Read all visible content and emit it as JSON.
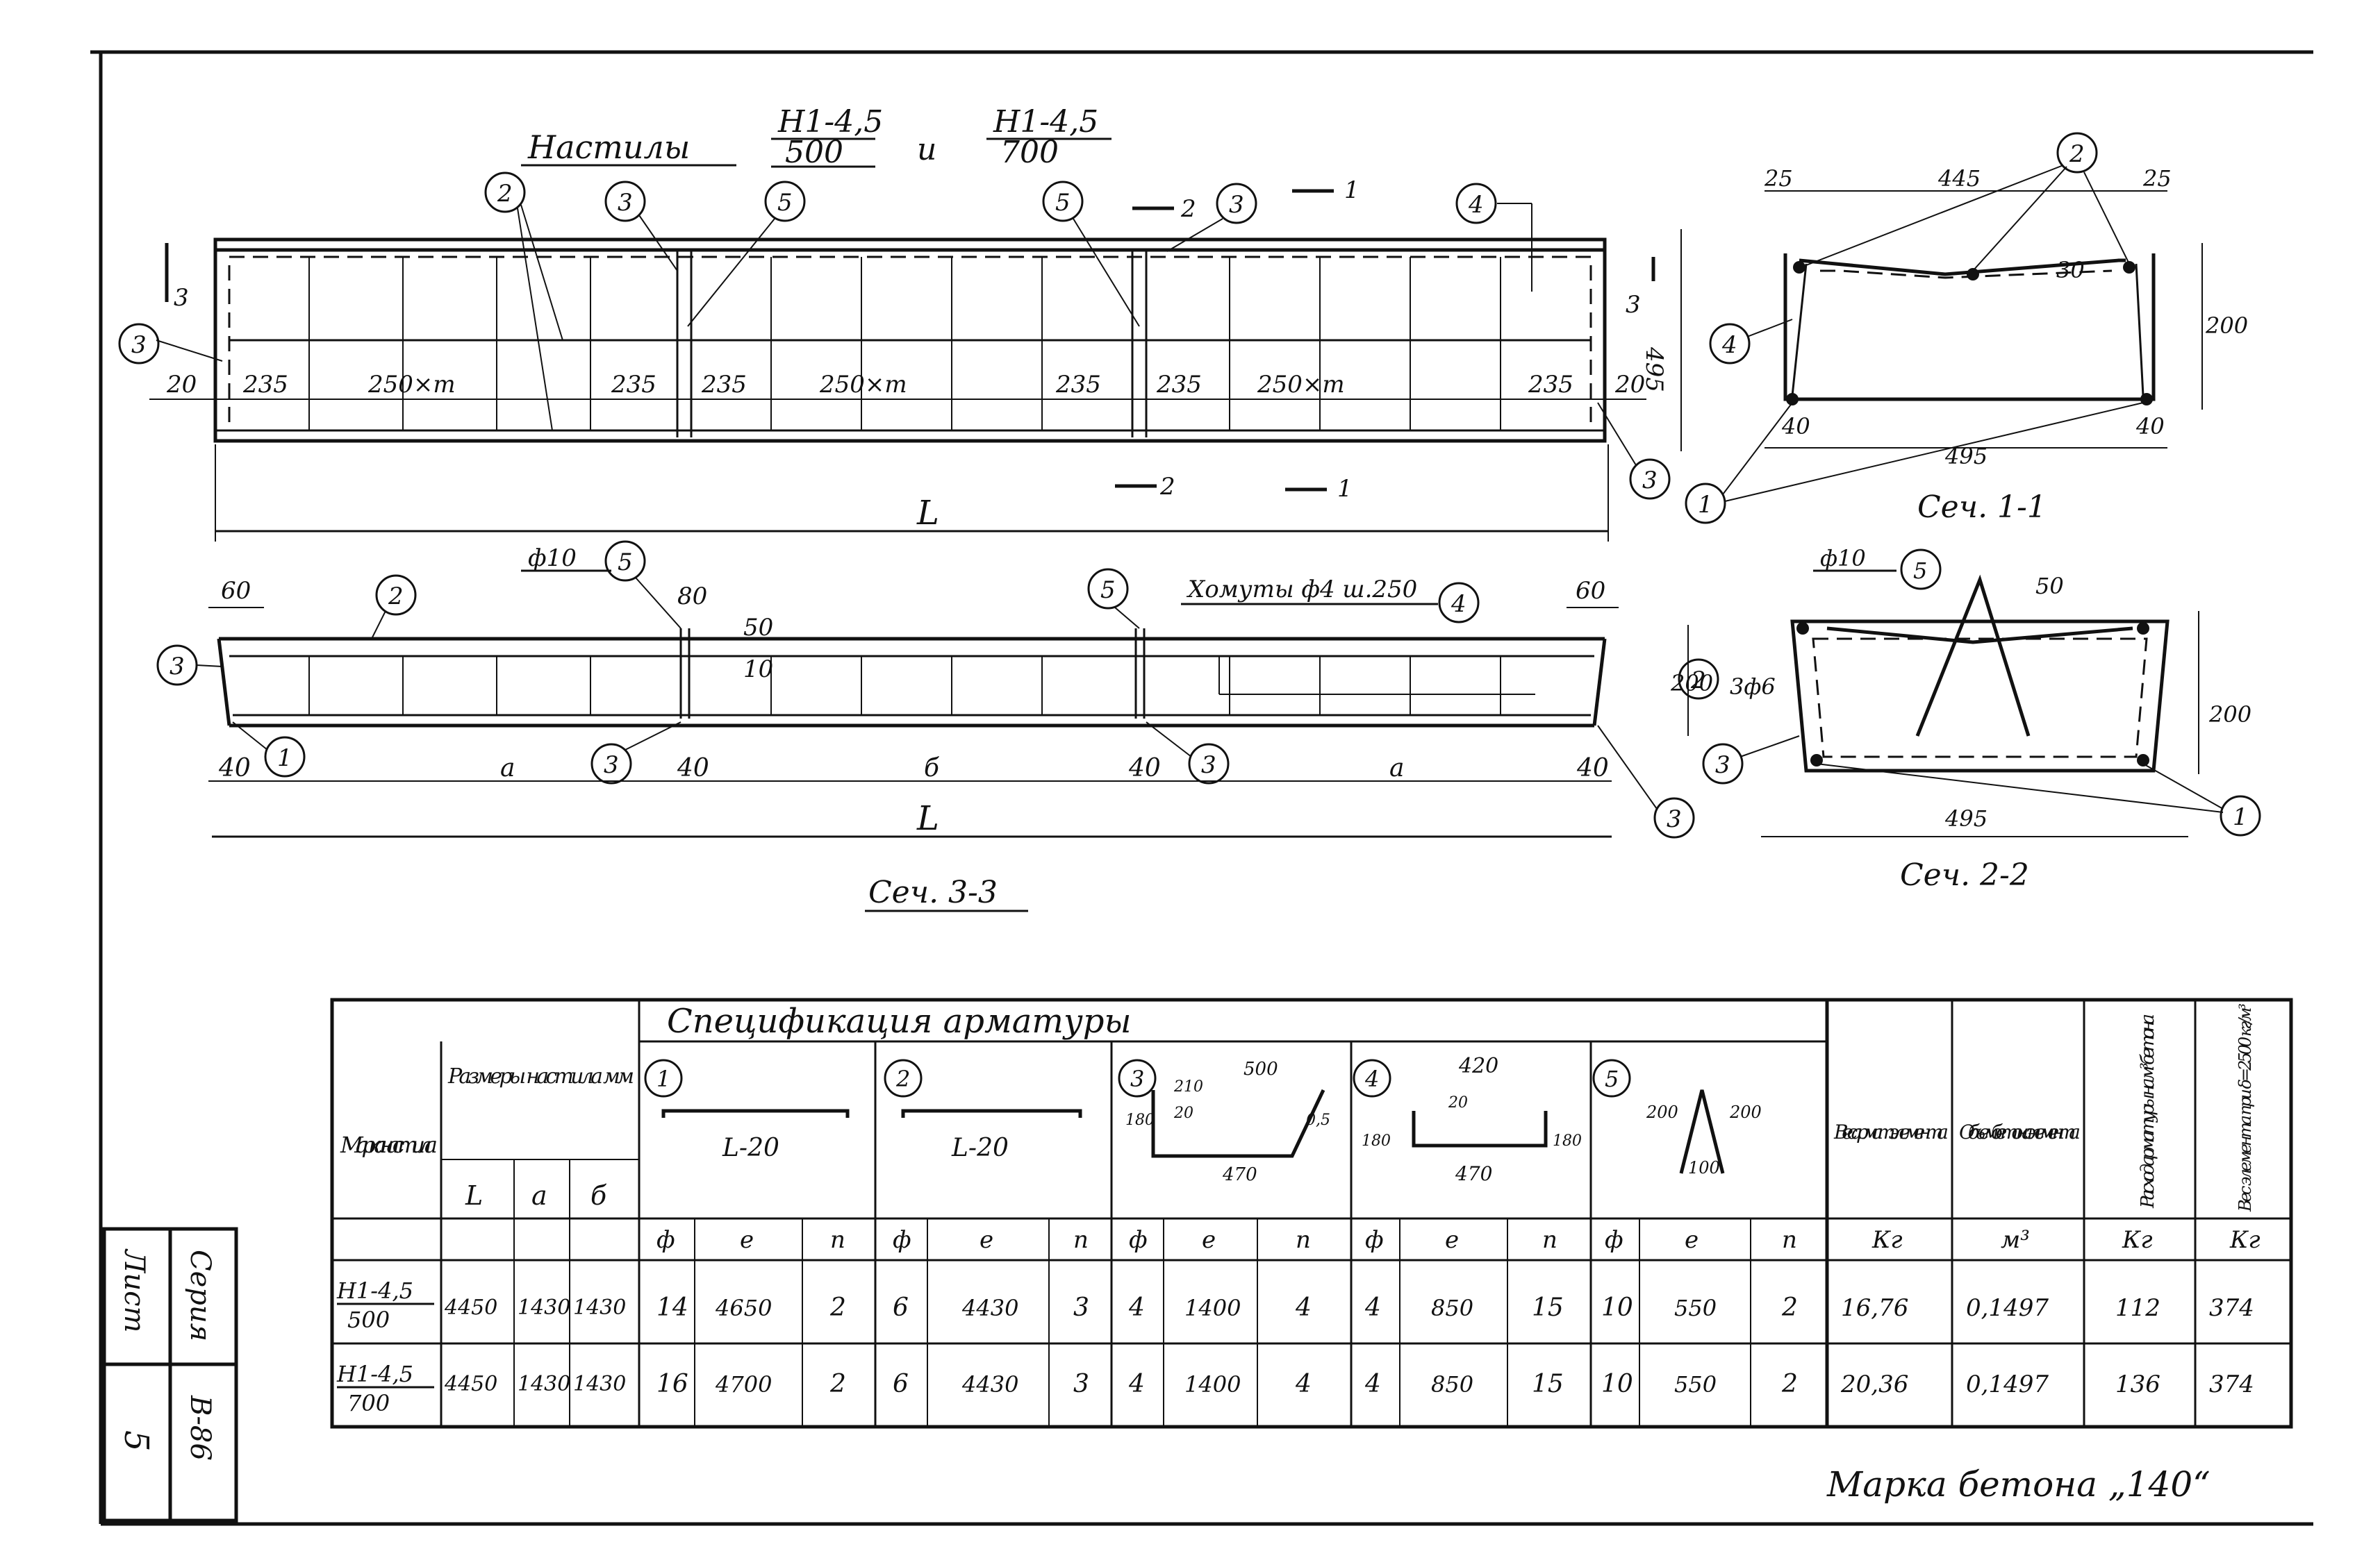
{
  "title": {
    "prefix": "Настилы",
    "mark1_top": "Н1-4,5",
    "mark1_bottom": "500",
    "joiner": "и",
    "mark2_top": "Н1-4,5",
    "mark2_bottom": "700"
  },
  "plan": {
    "dims": [
      "20",
      "235",
      "250×m",
      "235",
      "235",
      "250×m",
      "235",
      "235",
      "250×m",
      "235",
      "20"
    ],
    "height_dim": "495",
    "length_label": "L",
    "callouts": [
      "2",
      "3",
      "5",
      "5",
      "3",
      "4",
      "3",
      "3"
    ],
    "cut_marks": [
      "3",
      "3",
      "2",
      "2",
      "1",
      "1"
    ]
  },
  "elevation": {
    "top_labels": {
      "bar_phi": "ф10",
      "stirrups": "Хомуты ф4 ш.250",
      "d80": "80",
      "d50": "50",
      "d10": "10",
      "d60l": "60",
      "d60r": "60"
    },
    "callouts": [
      "2",
      "3",
      "1",
      "5",
      "3",
      "5",
      "3",
      "4",
      "3"
    ],
    "bottom_dims": [
      "40",
      "a",
      "40",
      "б",
      "40",
      "a",
      "40"
    ],
    "length_label": "L",
    "height_dim": "200",
    "section_label": "Сеч. 3-3"
  },
  "section11": {
    "dims_top": [
      "25",
      "445",
      "25"
    ],
    "dims_inner": [
      "30"
    ],
    "height": "200",
    "dims_bottom": [
      "40",
      "40"
    ],
    "width": "495",
    "callouts": [
      "2",
      "4",
      "1"
    ],
    "label": "Сеч. 1-1"
  },
  "section22": {
    "bar": "ф10",
    "bar_callout": "5",
    "d50": "50",
    "side": "3ф6",
    "height": "200",
    "width": "495",
    "callouts": [
      "2",
      "3",
      "1"
    ],
    "label": "Сеч. 2-2"
  },
  "table": {
    "title": "Спецификация арматуры",
    "col_mark": "Марка настила",
    "col_sizes": "Размеры настила мм",
    "sizes_sub": [
      "L",
      "a",
      "б"
    ],
    "groups": [
      {
        "num": "1",
        "sketch": "L-20",
        "sub": [
          "ф",
          "e",
          "n"
        ]
      },
      {
        "num": "2",
        "sketch": "L-20",
        "sub": [
          "ф",
          "e",
          "n"
        ]
      },
      {
        "num": "3",
        "sketch_dims": [
          "500",
          "210",
          "20",
          "180",
          "470",
          "0,5"
        ],
        "sub": [
          "ф",
          "e",
          "n"
        ]
      },
      {
        "num": "4",
        "sketch_dims": [
          "420",
          "20",
          "180",
          "180",
          "470"
        ],
        "sub": [
          "ф",
          "e",
          "n"
        ]
      },
      {
        "num": "5",
        "sketch_dims": [
          "200",
          "200",
          "100"
        ],
        "sub": [
          "ф",
          "e",
          "n"
        ]
      }
    ],
    "col_weight": "Вес армат. элемента",
    "col_volume": "Объем бетона элемента",
    "col_rate": "Расход арматуры на м³ бетона",
    "col_elem_weight": "Вес элемента при δ=2500 кг/м³",
    "units": [
      "Кг",
      "м³",
      "Кг",
      "Кг"
    ],
    "rows": [
      {
        "mark_top": "Н1-4,5",
        "mark_bottom": "500",
        "L": "4450",
        "a": "1430",
        "b": "1430",
        "g1": [
          "14",
          "4650",
          "2"
        ],
        "g2": [
          "6",
          "4430",
          "3"
        ],
        "g3": [
          "4",
          "1400",
          "4"
        ],
        "g4": [
          "4",
          "850",
          "15"
        ],
        "g5": [
          "10",
          "550",
          "2"
        ],
        "weight": "16,76",
        "volume": "0,1497",
        "rate": "112",
        "elem": "374"
      },
      {
        "mark_top": "Н1-4,5",
        "mark_bottom": "700",
        "L": "4450",
        "a": "1430",
        "b": "1430",
        "g1": [
          "16",
          "4700",
          "2"
        ],
        "g2": [
          "6",
          "4430",
          "3"
        ],
        "g3": [
          "4",
          "1400",
          "4"
        ],
        "g4": [
          "4",
          "850",
          "15"
        ],
        "g5": [
          "10",
          "550",
          "2"
        ],
        "weight": "20,36",
        "volume": "0,1497",
        "rate": "136",
        "elem": "374"
      }
    ]
  },
  "stamp": {
    "series_label": "Серия",
    "series_value": "В-86",
    "sheet_label": "Лист",
    "sheet_value": "5"
  },
  "concrete_note": "Марка бетона „140“"
}
